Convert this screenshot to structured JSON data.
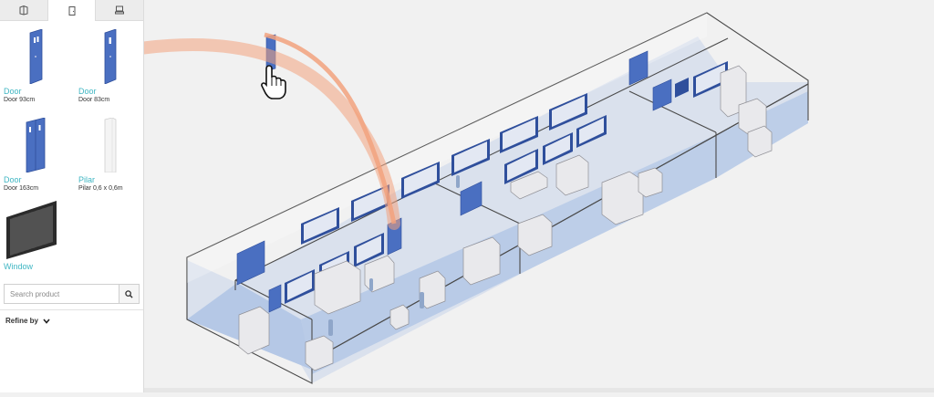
{
  "sidebar": {
    "tabs": [
      {
        "icon": "floor-plan-icon",
        "active": false
      },
      {
        "icon": "door-icon",
        "active": true
      },
      {
        "icon": "equipment-icon",
        "active": false
      }
    ],
    "products": [
      {
        "name": "Door",
        "subtitle": "Door 93cm"
      },
      {
        "name": "Door",
        "subtitle": "Door 83cm"
      },
      {
        "name": "Door",
        "subtitle": "Door 163cm"
      },
      {
        "name": "Pilar",
        "subtitle": "Pilar 0,6 x 0,6m"
      },
      {
        "name": "Window",
        "subtitle": ""
      }
    ],
    "search": {
      "placeholder": "Search product",
      "value": ""
    },
    "refine_label": "Refine by"
  },
  "colors": {
    "accent": "#3fb6c3",
    "door_blue": "#4a6fc1",
    "floor_blue": "#b5c8e6",
    "drag_arc": "#f2a27e"
  },
  "icons": {
    "search": "search-icon",
    "refine": "chevron-down-icon",
    "cursor": "hand-pointer-icon"
  }
}
